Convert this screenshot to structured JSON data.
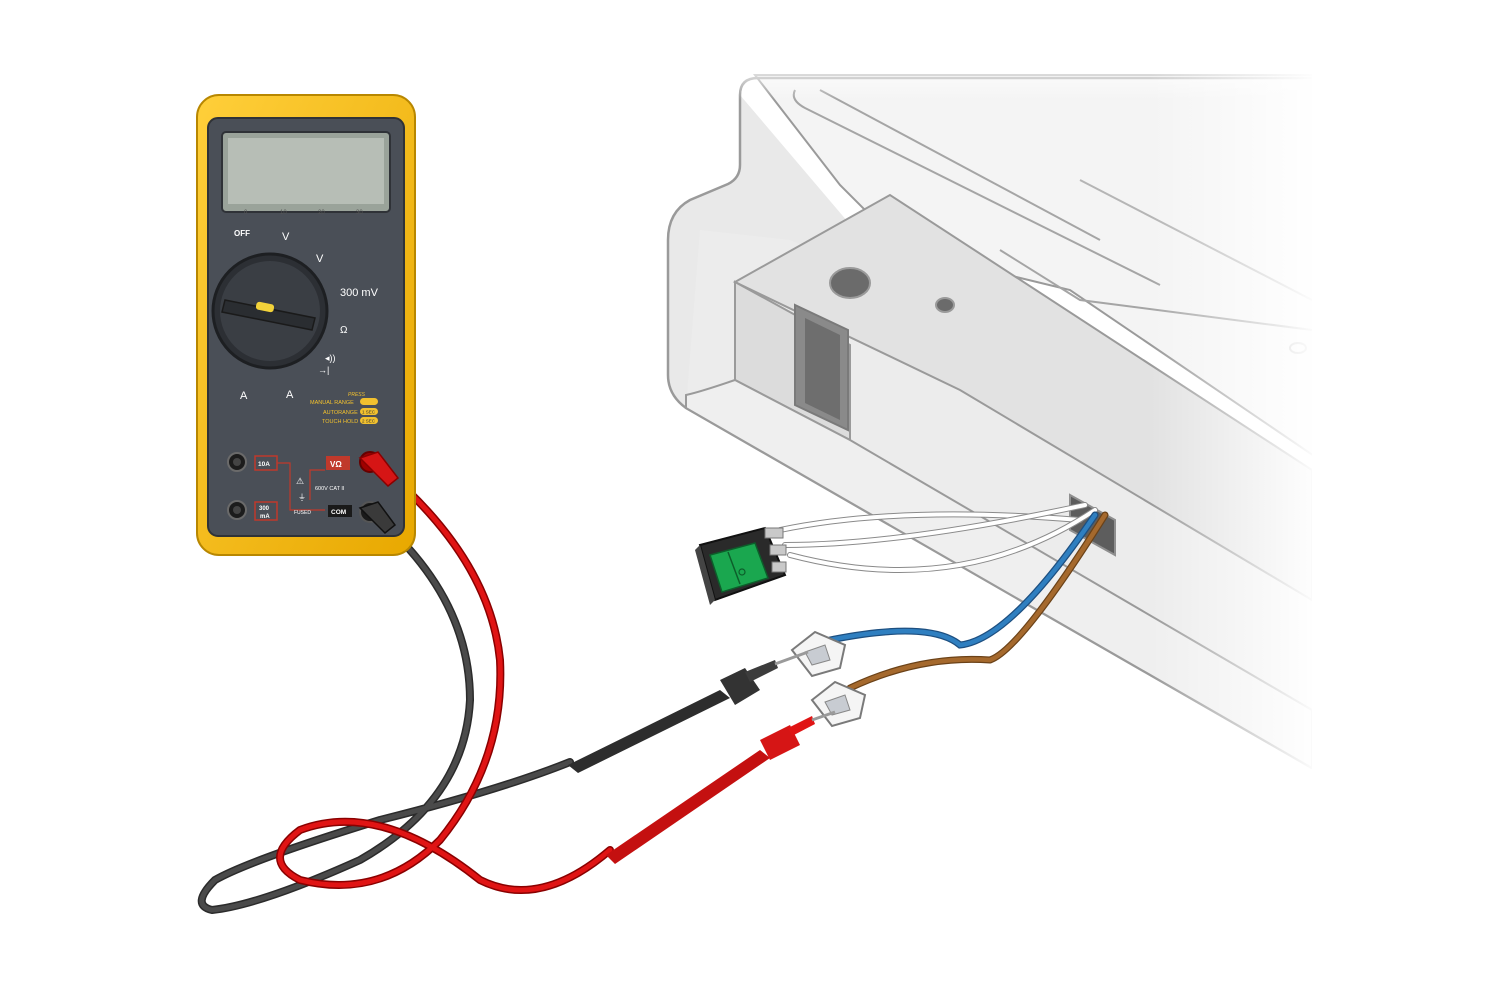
{
  "multimeter": {
    "scale_labels": [
      "0",
      "10",
      "20",
      "30"
    ],
    "dial": {
      "off": "OFF",
      "v_ac": "V",
      "v_dc": "V",
      "mv": "300 mV",
      "ohm": "Ω",
      "a_dc": "A",
      "a_ac": "A"
    },
    "press": {
      "heading": "PRESS",
      "items": [
        {
          "label": "MANUAL RANGE",
          "pill": ""
        },
        {
          "label": "AUTORANGE",
          "pill": "1 SEC"
        },
        {
          "label": "TOUCH HOLD",
          "pill": "2 SEC"
        }
      ]
    },
    "jacks": {
      "a10": "10A",
      "ma300_top": "300",
      "ma300_bottom": "mA",
      "fused": "FUSED",
      "cat": "600V CAT II",
      "vohm": "VΩ",
      "com": "COM"
    }
  },
  "colors": {
    "multimeter_holster": "#f5b800",
    "multimeter_body": "#4a4f57",
    "lead_red": "#e01414",
    "lead_black": "#3d3d3d",
    "wire_blue": "#2f7fc0",
    "wire_brown": "#a5692d",
    "switch_green": "#1aa74f",
    "appliance_body": "#e8e8e8"
  }
}
